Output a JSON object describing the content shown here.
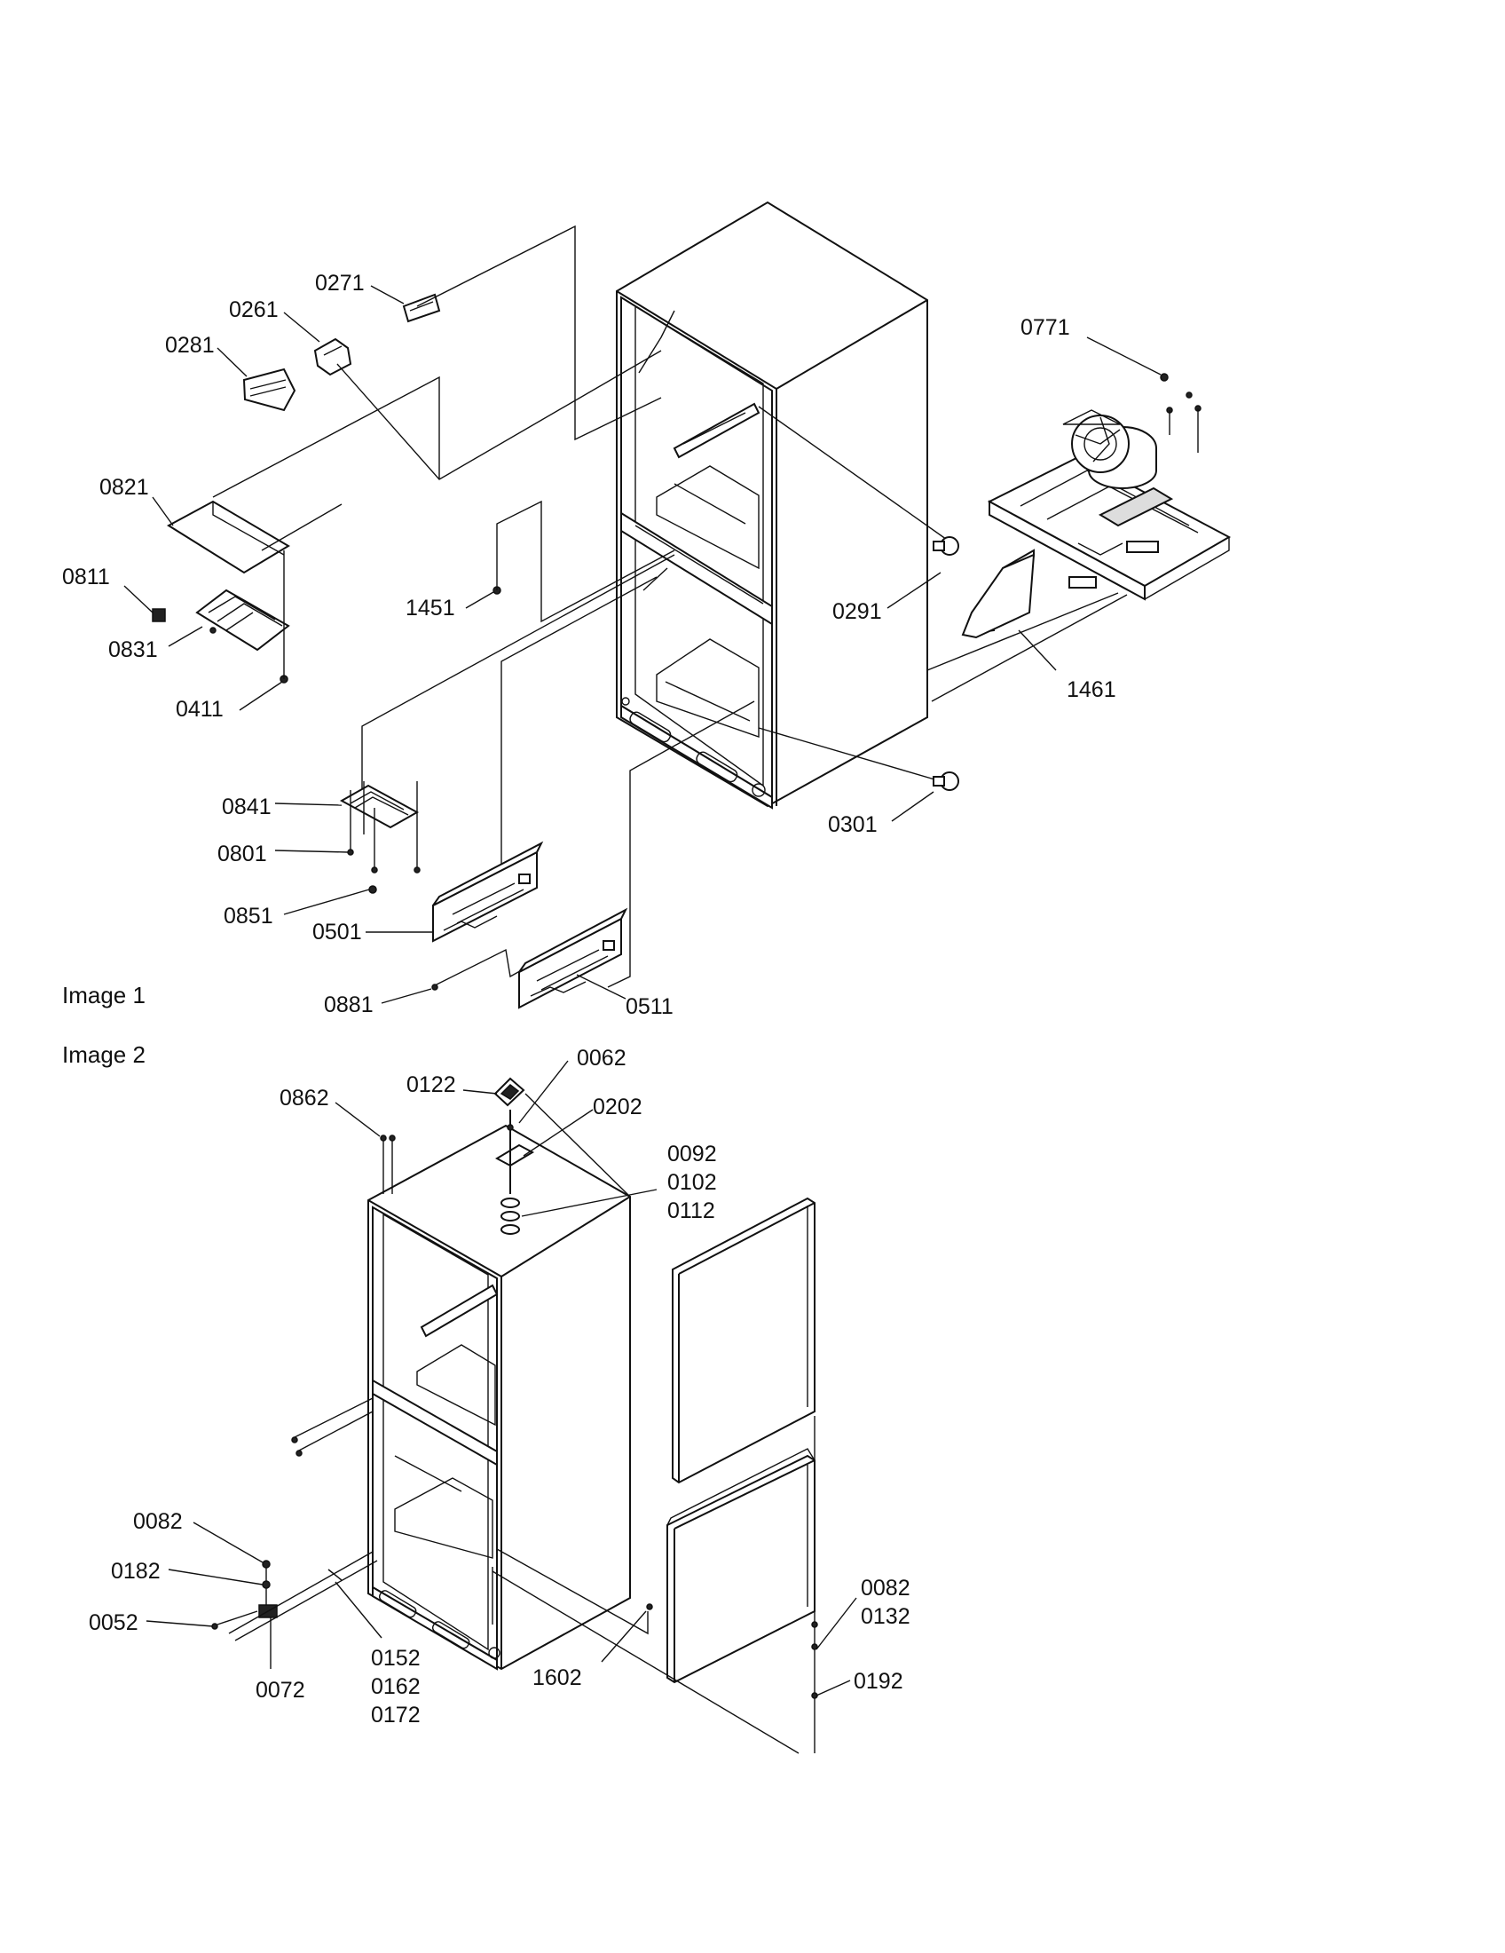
{
  "sections": {
    "image1": "Image 1",
    "image2": "Image 2"
  },
  "image1_labels": {
    "l0271": "0271",
    "l0261": "0261",
    "l0281": "0281",
    "l0821": "0821",
    "l0811": "0811",
    "l0831": "0831",
    "l0411": "0411",
    "l1451": "1451",
    "l0771": "0771",
    "l0291": "0291",
    "l1461": "1461",
    "l0301": "0301",
    "l0841": "0841",
    "l0801": "0801",
    "l0851": "0851",
    "l0501": "0501",
    "l0881": "0881",
    "l0511": "0511"
  },
  "image2_labels": {
    "l0862": "0862",
    "l0122": "0122",
    "l0062": "0062",
    "l0202": "0202",
    "l0092": "0092",
    "l0102": "0102",
    "l0112": "0112",
    "l0082a": "0082",
    "l0182": "0182",
    "l0052": "0052",
    "l0072": "0072",
    "l0152": "0152",
    "l0162": "0162",
    "l0172": "0172",
    "l1602": "1602",
    "l0082b": "0082",
    "l0132": "0132",
    "l0192": "0192"
  }
}
